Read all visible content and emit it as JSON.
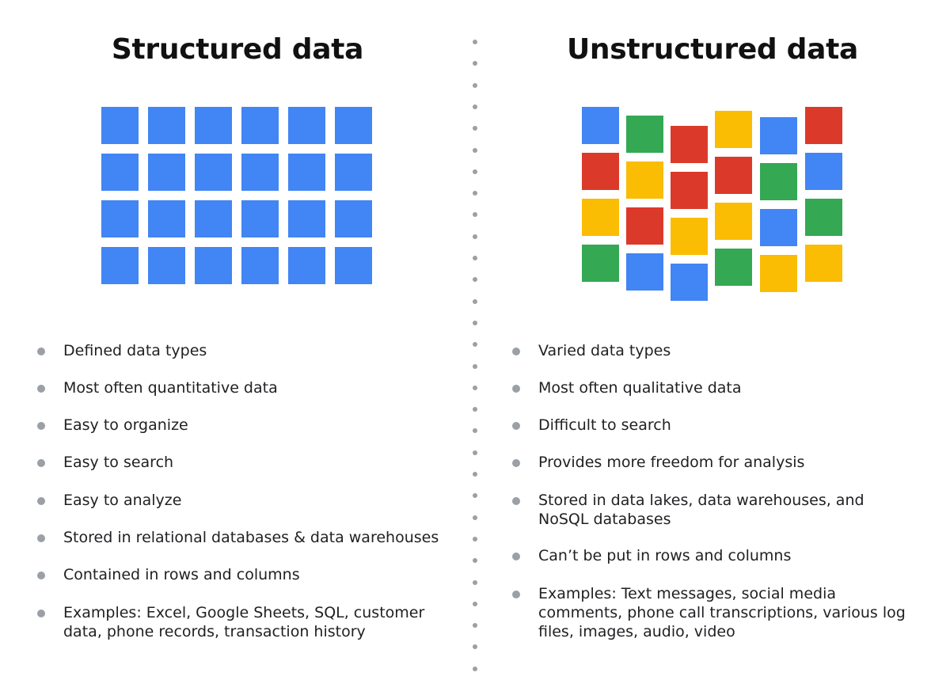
{
  "colors": {
    "blue": "#4285F4",
    "red": "#DB3A2A",
    "yellow": "#FBBC04",
    "green": "#34A853",
    "bullet": "#9AA0A6"
  },
  "structured": {
    "title": "Structured data",
    "grid": {
      "rows": 4,
      "cols": 6,
      "color": "blue"
    },
    "bullets": [
      "Defined data types",
      "Most often quantitative data",
      "Easy to organize",
      "Easy to search",
      "Easy to analyze",
      "Stored in relational databases & data warehouses",
      "Contained in rows and columns",
      "Examples: Excel, Google Sheets, SQL, customer data, phone records, transaction history"
    ]
  },
  "unstructured": {
    "title": "Unstructured data",
    "grid": {
      "columns": [
        [
          "blue",
          "red",
          "yellow",
          "green"
        ],
        [
          "green",
          "yellow",
          "red",
          "blue"
        ],
        [
          "red",
          "red",
          "yellow",
          "blue"
        ],
        [
          "yellow",
          "red",
          "yellow",
          "green"
        ],
        [
          "blue",
          "green",
          "blue",
          "yellow"
        ],
        [
          "red",
          "blue",
          "green",
          "yellow"
        ]
      ]
    },
    "bullets": [
      "Varied data types",
      "Most often qualitative data",
      "Difficult to search",
      "Provides more freedom for analysis",
      "Stored in data lakes, data warehouses, and NoSQL databases",
      "Can’t be put in rows and columns",
      "Examples: Text messages, social media comments, phone call transcriptions, various log files, images, audio, video"
    ]
  }
}
